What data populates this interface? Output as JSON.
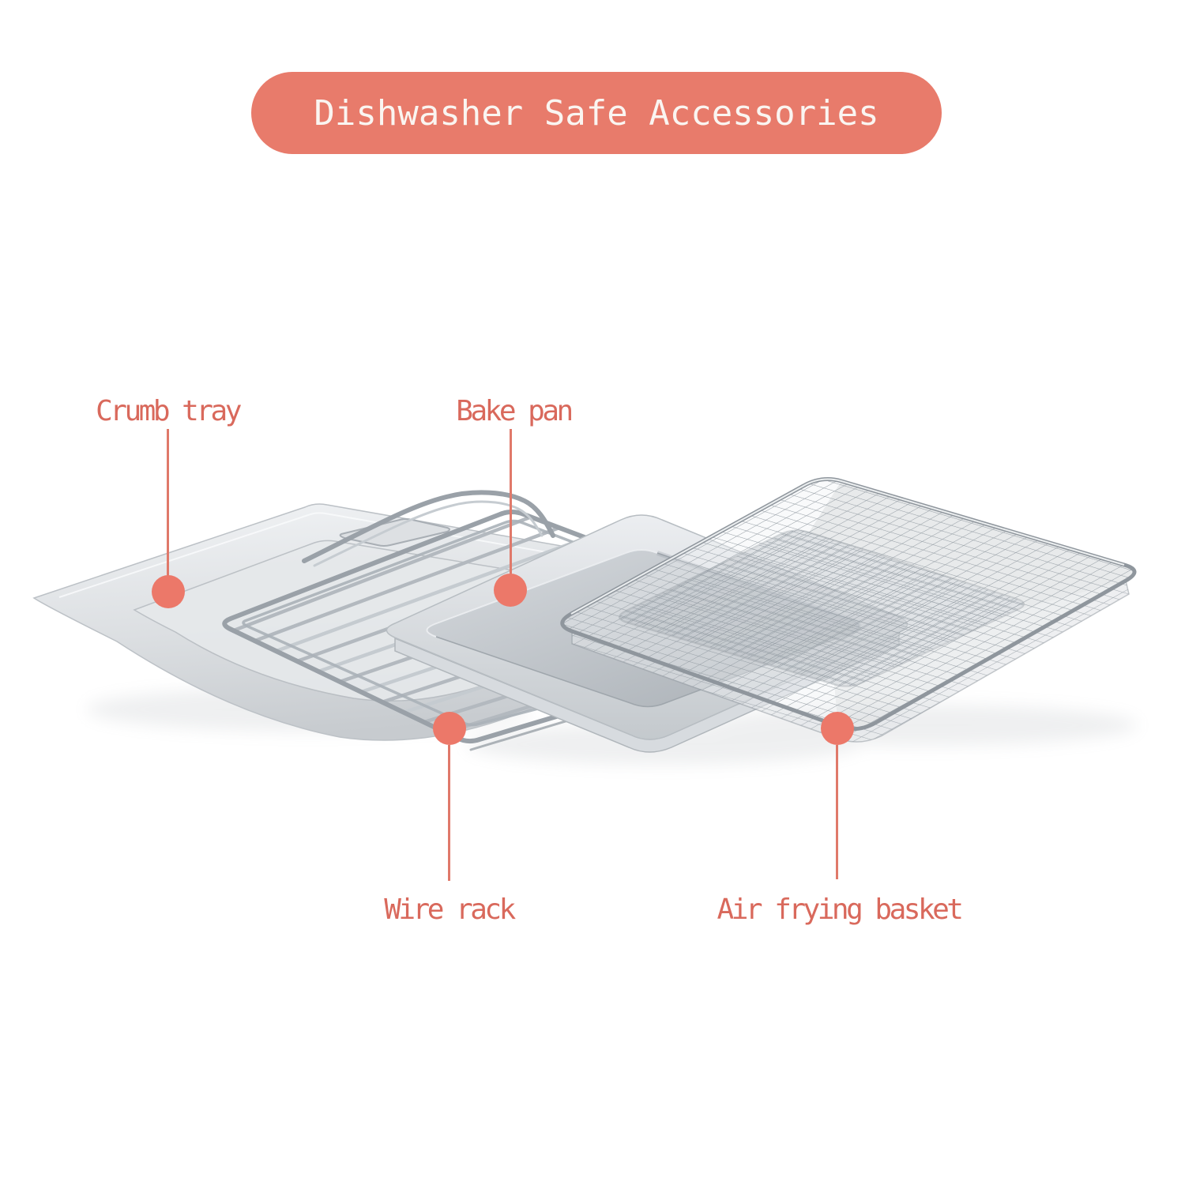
{
  "banner": {
    "label": "Dishwasher Safe Accessories",
    "bg_color": "#e87b6b",
    "text_color": "#faf5f1"
  },
  "accent_color": "#e0796a",
  "callouts": {
    "crumb_tray": {
      "label": "Crumb tray"
    },
    "bake_pan": {
      "label": "Bake pan"
    },
    "wire_rack": {
      "label": "Wire rack"
    },
    "air_frying_basket": {
      "label": "Air frying basket"
    }
  },
  "illustration": {
    "description": "Four stainless toaster-oven accessories fanned out in perspective",
    "items": [
      "crumb-tray",
      "wire-rack",
      "bake-pan",
      "air-frying-basket"
    ]
  }
}
